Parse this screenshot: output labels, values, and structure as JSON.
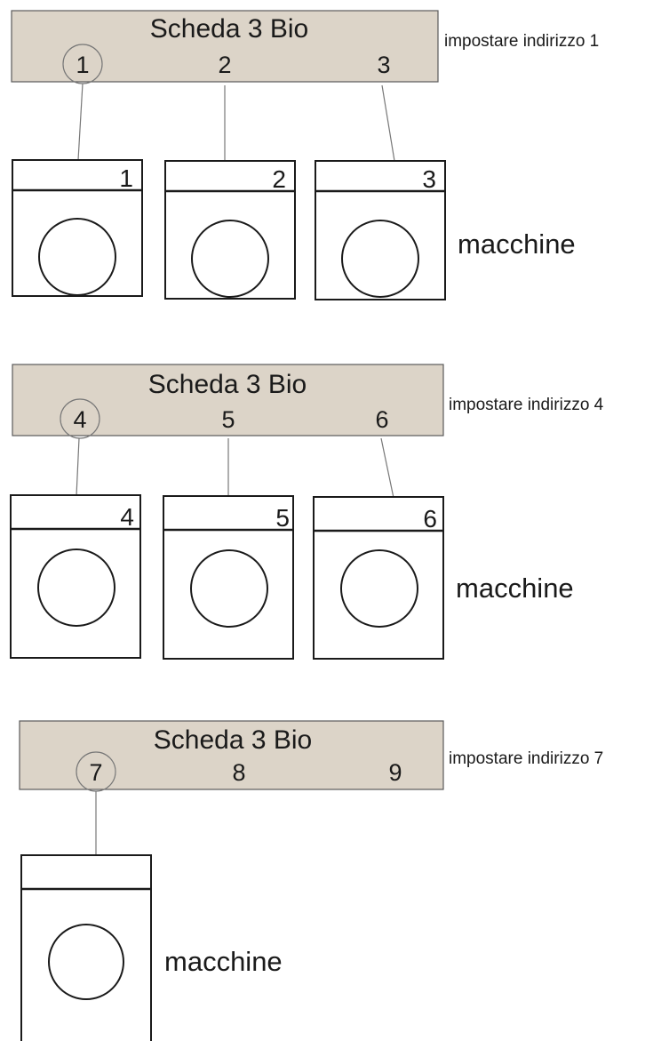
{
  "colors": {
    "board_fill": "#dcd4c8",
    "board_stroke": "#5a5a5a",
    "line": "#1a1a1a",
    "wire": "#777777"
  },
  "groups": [
    {
      "board_title": "Scheda 3 Bio",
      "address_label": "impostare indirizzo 1",
      "ports": [
        "1",
        "2",
        "3"
      ],
      "highlighted_port": "1",
      "machine_numbers": [
        "1",
        "2",
        "3"
      ],
      "machines_label": "macchine"
    },
    {
      "board_title": "Scheda 3 Bio",
      "address_label": "impostare indirizzo 4",
      "ports": [
        "4",
        "5",
        "6"
      ],
      "highlighted_port": "4",
      "machine_numbers": [
        "4",
        "5",
        "6"
      ],
      "machines_label": "macchine"
    },
    {
      "board_title": "Scheda 3 Bio",
      "address_label": "impostare indirizzo 7",
      "ports": [
        "7",
        "8",
        "9"
      ],
      "highlighted_port": "7",
      "machine_numbers": [
        ""
      ],
      "machines_label": "macchine"
    }
  ]
}
